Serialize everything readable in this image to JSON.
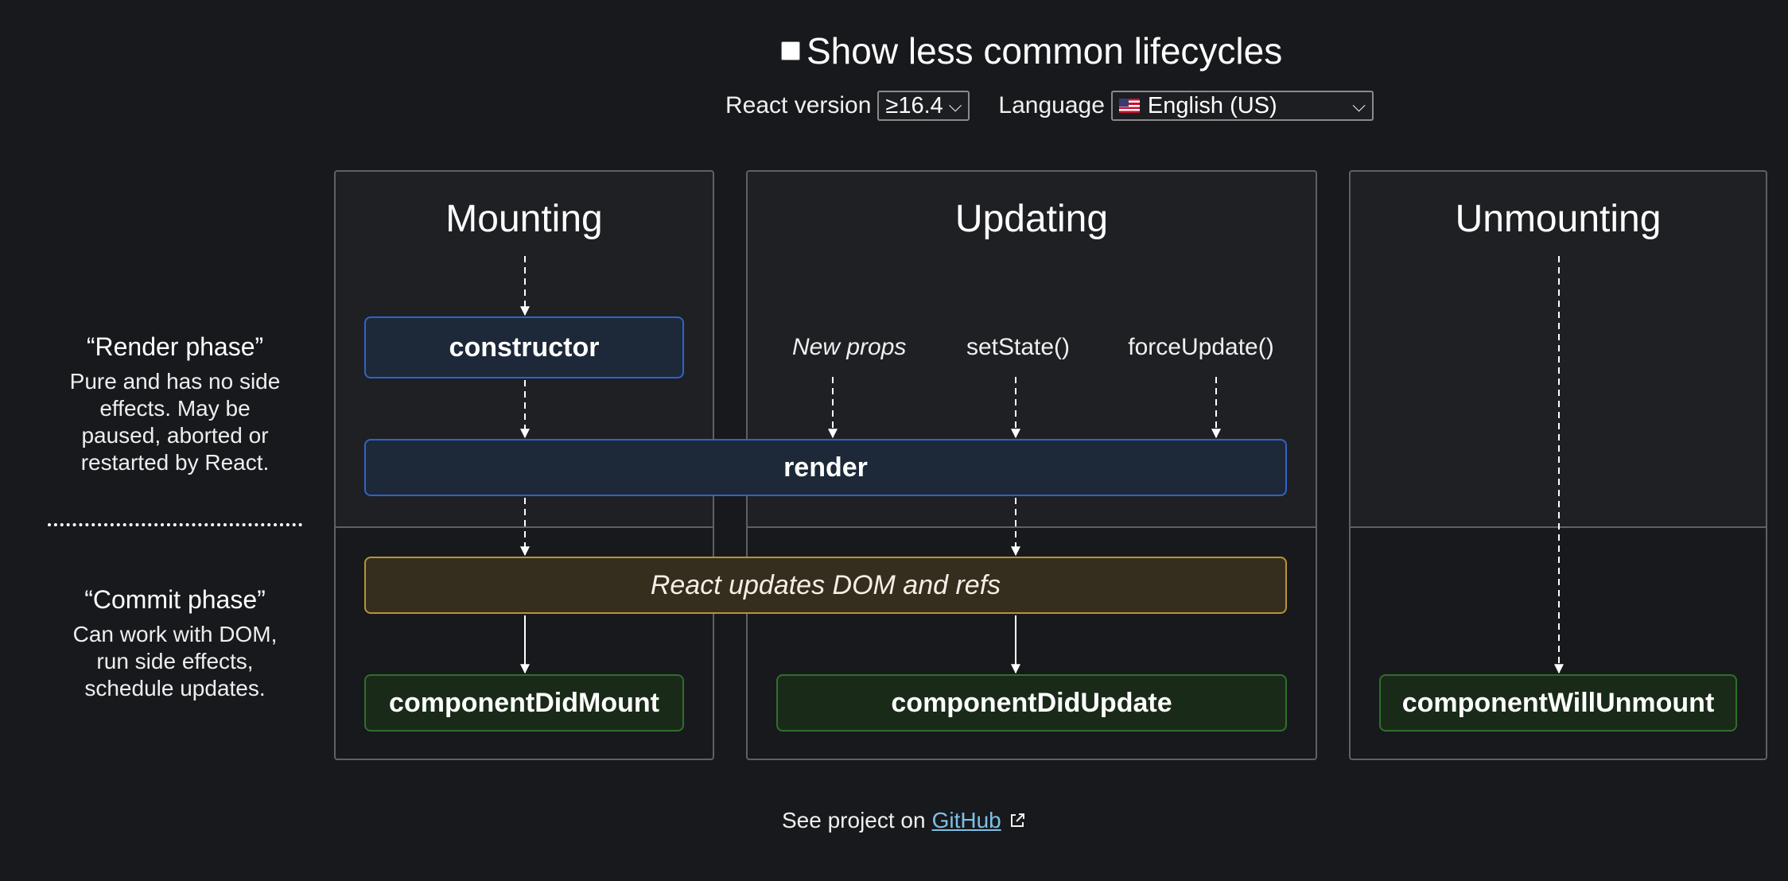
{
  "header": {
    "toggle_label": "Show less common lifecycles",
    "version_label": "React version",
    "version_value": "≥16.4",
    "language_label": "Language",
    "language_value": "English (US)"
  },
  "columns": {
    "mounting": "Mounting",
    "updating": "Updating",
    "unmounting": "Unmounting"
  },
  "phases": {
    "render_title": "“Render phase”",
    "render_desc_lines": [
      "Pure and has no side",
      "effects. May be",
      "paused, aborted or",
      "restarted by React."
    ],
    "commit_title": "“Commit phase”",
    "commit_desc_lines": [
      "Can work with DOM,",
      "run side effects,",
      "schedule updates."
    ]
  },
  "triggers": {
    "new_props": "New props",
    "set_state": "setState()",
    "force_update": "forceUpdate()"
  },
  "boxes": {
    "constructor": "constructor",
    "render": "render",
    "dom_update": "React updates DOM and refs",
    "did_mount": "componentDidMount",
    "did_update": "componentDidUpdate",
    "will_unmount": "componentWillUnmount"
  },
  "footer": {
    "prefix": "See project on",
    "link": "GitHub"
  },
  "colors": {
    "background": "#18191d",
    "render_phase_box": "#2f64c8",
    "commit_dom_box": "#b69536",
    "lifecycle_box": "#2f6f2a",
    "link": "#7cc0e6"
  }
}
